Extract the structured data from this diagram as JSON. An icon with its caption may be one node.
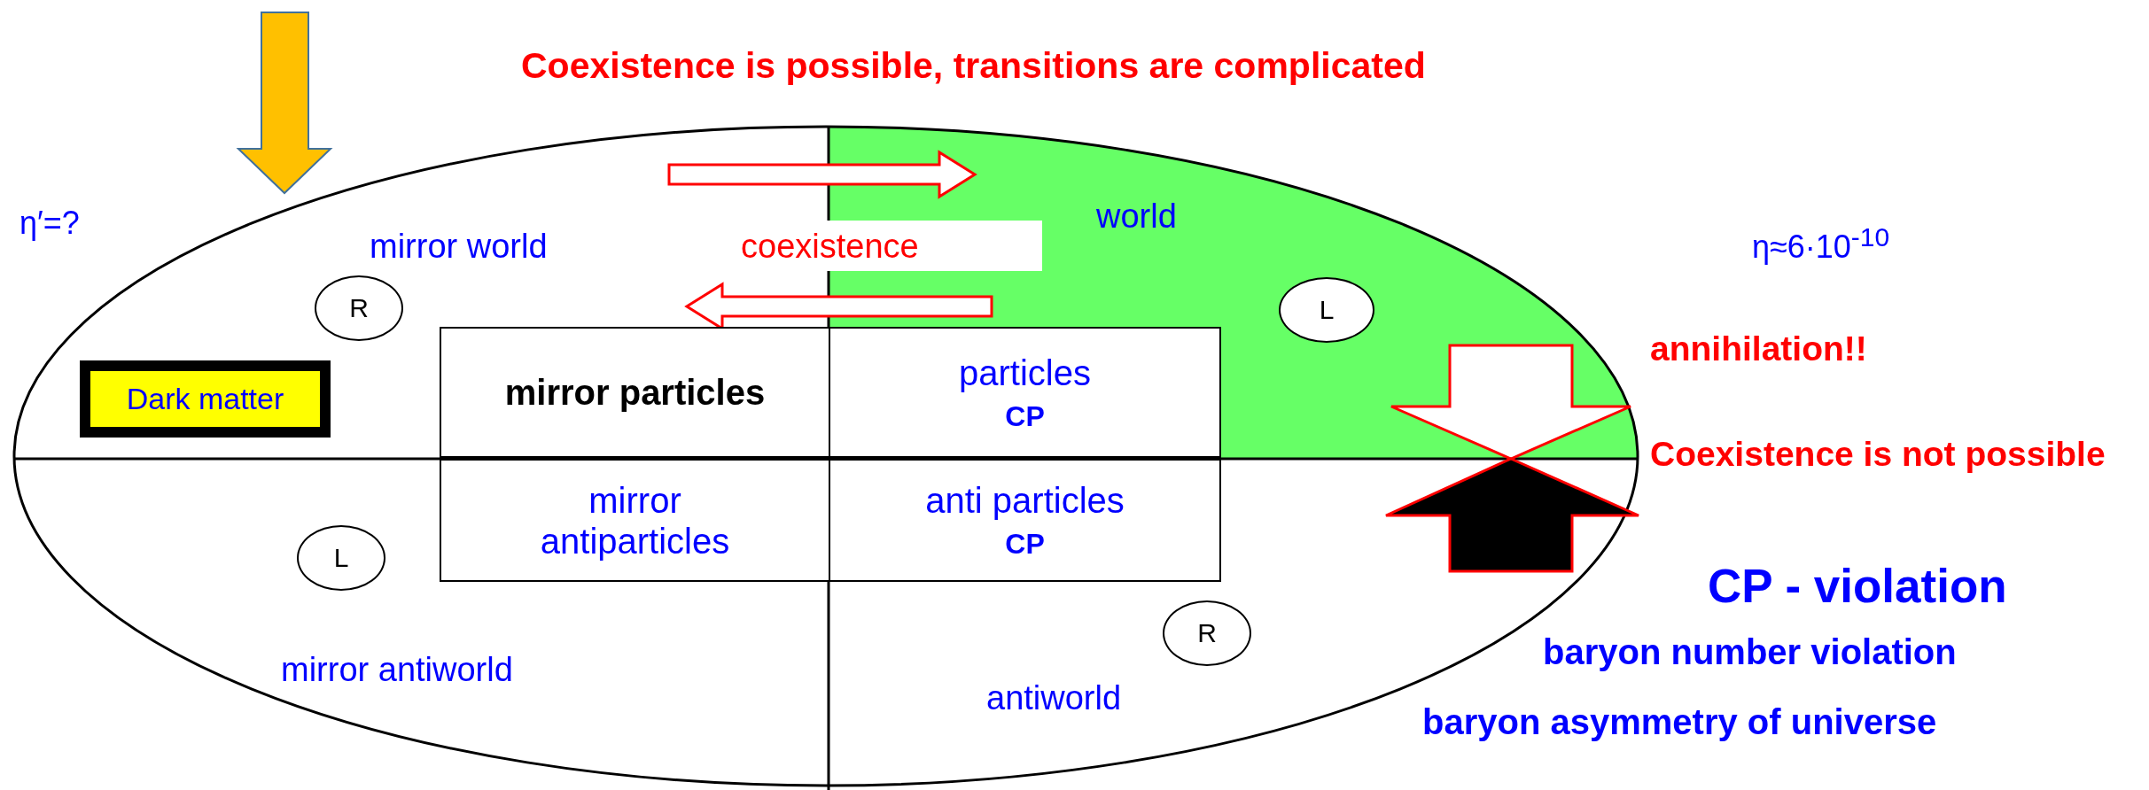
{
  "diagram": {
    "nodes": [
      {
        "text": [
          "R"
        ]
      },
      {
        "text": [
          "L"
        ]
      },
      {
        "text": [
          "mirror particles"
        ]
      },
      {
        "text": [
          "particles",
          "CP"
        ]
      },
      {
        "text": [
          "Dark matter"
        ]
      },
      {
        "text": [
          "mirror antiparticles"
        ]
      },
      {
        "text": [
          "anti particles",
          "CP"
        ]
      },
      {
        "text": [
          "L"
        ]
      },
      {
        "text": [
          "R"
        ]
      }
    ],
    "labels": [
      "Coexistence is possible, transitions are complicated",
      "η′=?",
      "mirror world",
      "coexistence",
      "world",
      "η≈6·10$^{-10}$",
      "annihilation!!",
      "Coexistence is not possible",
      "CP - violation",
      "mirror antiworld",
      "antiworld",
      "baryon number violation",
      "baryon asymmetry of universe"
    ]
  }
}
